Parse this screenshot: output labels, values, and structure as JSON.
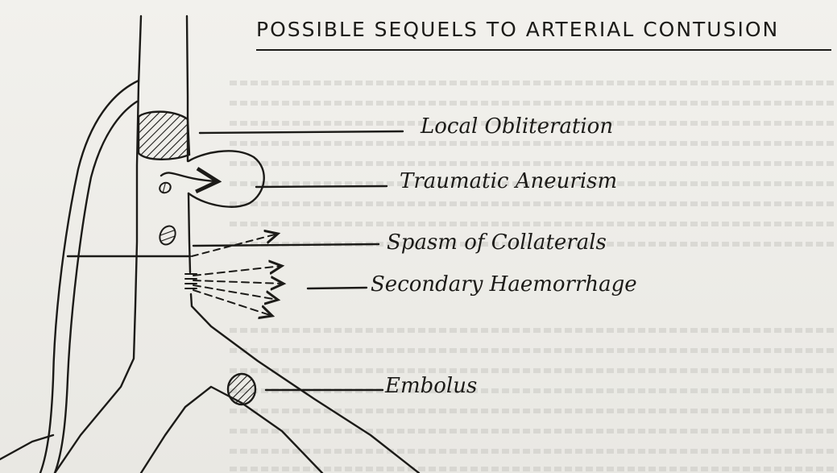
{
  "title": "POSSIBLE SEQUELS TO ARTERIAL CONTUSION",
  "labels": {
    "local_obliteration": "Local Obliteration",
    "traumatic_aneurism": "Traumatic Aneurism",
    "spasm_of_collaterals": "Spasm of Collaterals",
    "secondary_haemorrhage": "Secondary Haemorrhage",
    "embolus": "Embolus"
  },
  "colors": {
    "ink": "#1c1b18",
    "paper": "#ecebe7",
    "bleed_through": "#b9b8b3"
  }
}
